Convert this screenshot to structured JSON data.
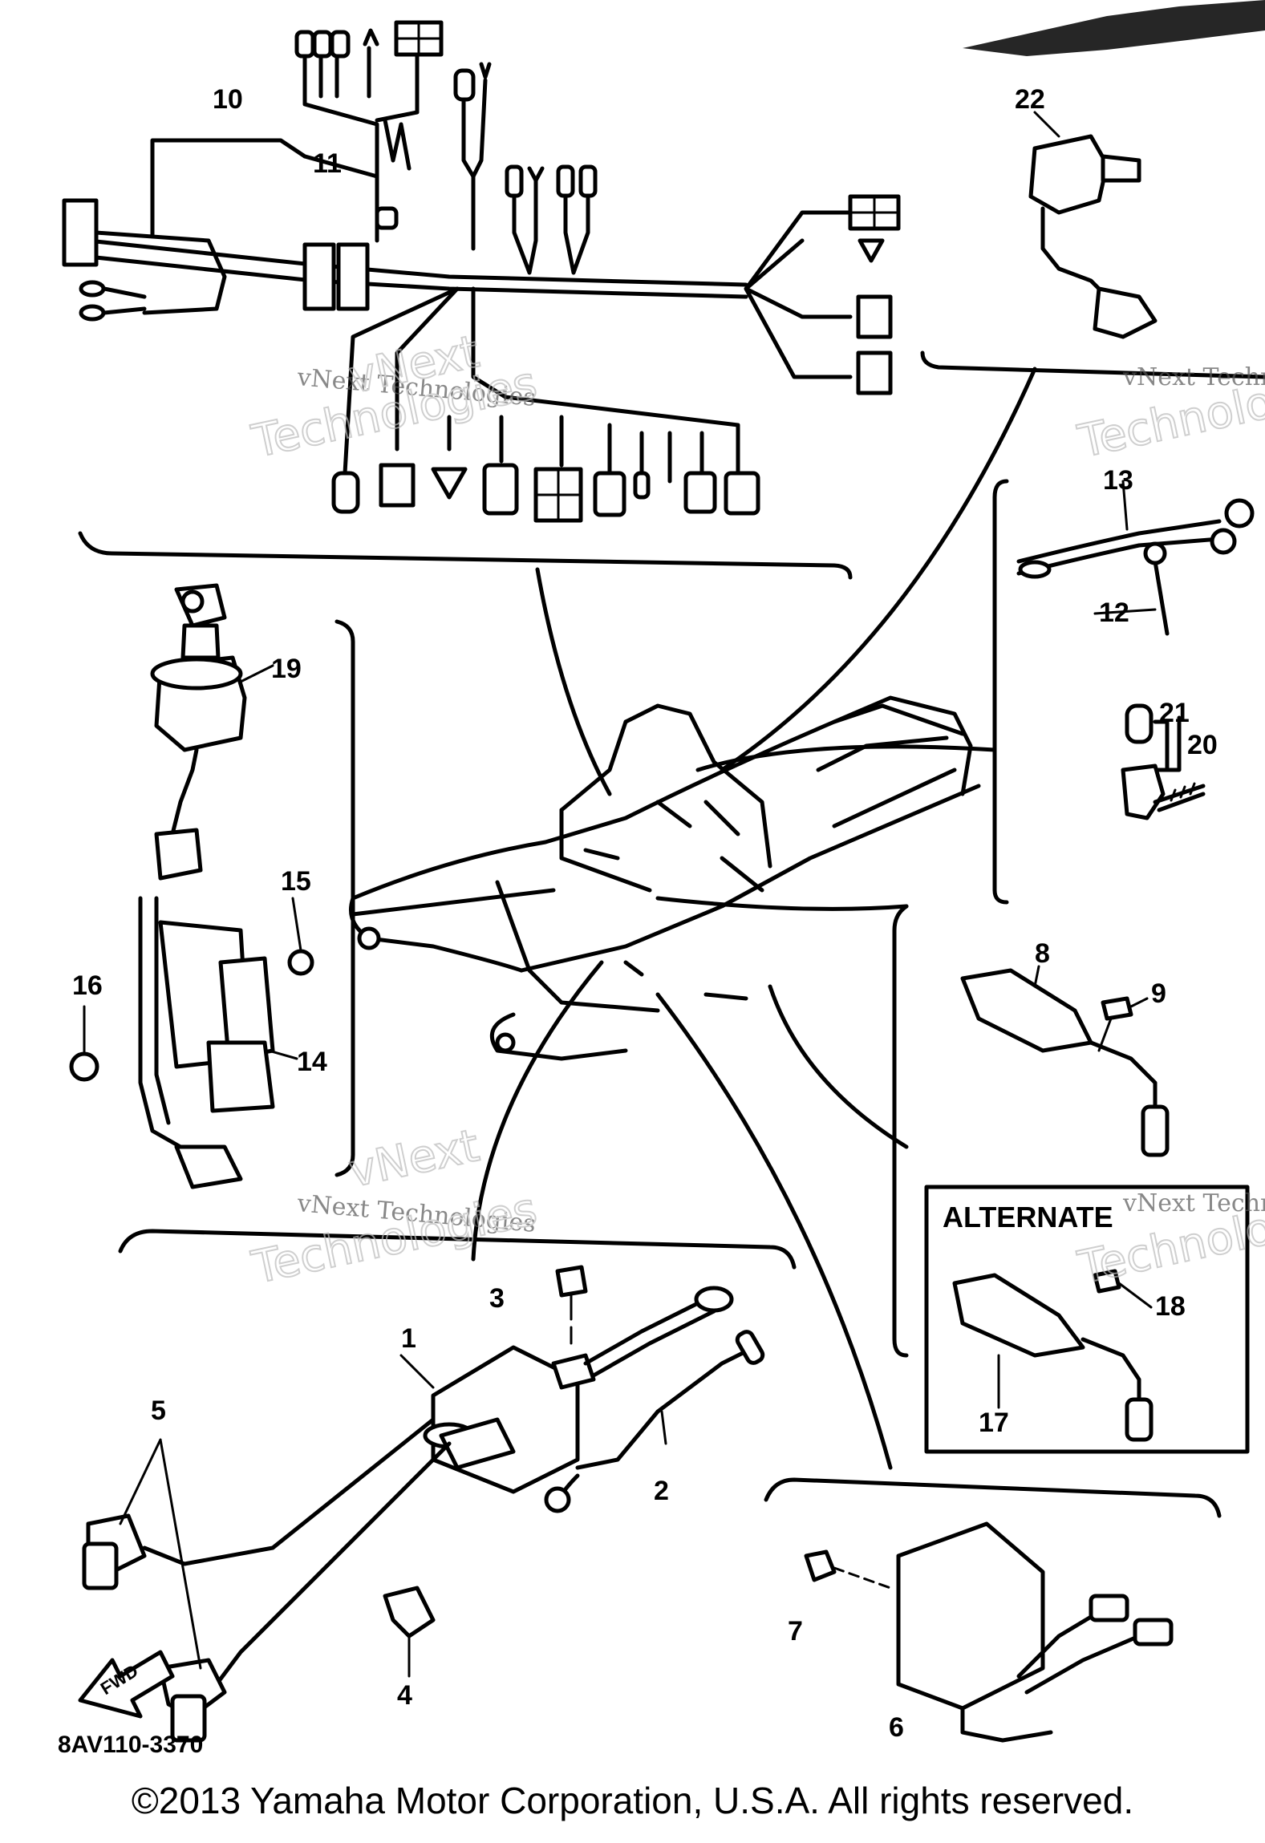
{
  "diagram": {
    "callouts": [
      "1",
      "2",
      "3",
      "4",
      "5",
      "6",
      "7",
      "8",
      "9",
      "10",
      "11",
      "12",
      "13",
      "14",
      "15",
      "16",
      "17",
      "18",
      "19",
      "20",
      "21",
      "22"
    ],
    "alternate_label": "ALTERNATE",
    "figure_code": "8AV110-3370",
    "fwd_label": "FWD",
    "watermark_small": "vNext Technologies",
    "watermark_large": "Technologies",
    "watermark_next": "vNext"
  },
  "footer": {
    "copyright": "©2013 Yamaha Motor Corporation, U.S.A. All rights reserved."
  }
}
